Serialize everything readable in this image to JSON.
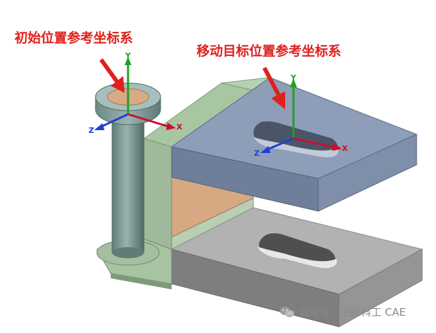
{
  "annotations": {
    "initial_cs_label": "初始位置参考坐标系",
    "target_cs_label": "移动目标位置参考坐标系"
  },
  "axes": {
    "x": "X",
    "y": "Y",
    "z": "Z"
  },
  "colors": {
    "callout_red": "#e0201c",
    "axis_x": "#c8102e",
    "axis_y": "#21a021",
    "axis_z": "#1f3fd0",
    "moving_plate": "#8596b3",
    "base_plate": "#8c8c8c",
    "bracket": "#a9c3a5",
    "contact_face": "#d8aa86",
    "pillar": "#6f8d86"
  },
  "watermark": {
    "text": "公众号 · 正脉科工 CAE",
    "icon": "wechat-icon"
  }
}
